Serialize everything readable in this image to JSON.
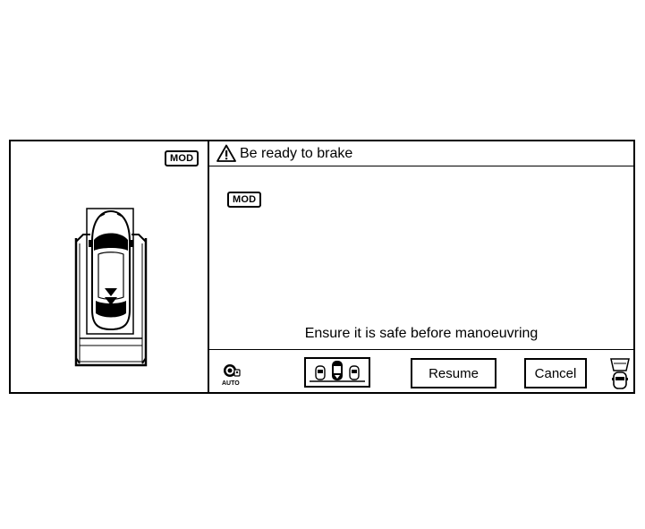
{
  "left_panel": {
    "mod_badge": "MOD",
    "car_icon": "car-top-view-icon",
    "direction_icon": "reverse-arrows-icon"
  },
  "right_panel": {
    "header": {
      "warning_icon": "warning-triangle-icon",
      "text": "Be ready to brake"
    },
    "mod_badge": "MOD",
    "message": "Ensure it is safe before manoeuvring"
  },
  "toolbar": {
    "auto_icon": "auto-park-icon",
    "auto_label": "AUTO",
    "view_button_icon": "parking-mode-icon",
    "resume_label": "Resume",
    "cancel_label": "Cancel",
    "camera_icon": "front-camera-icon"
  }
}
